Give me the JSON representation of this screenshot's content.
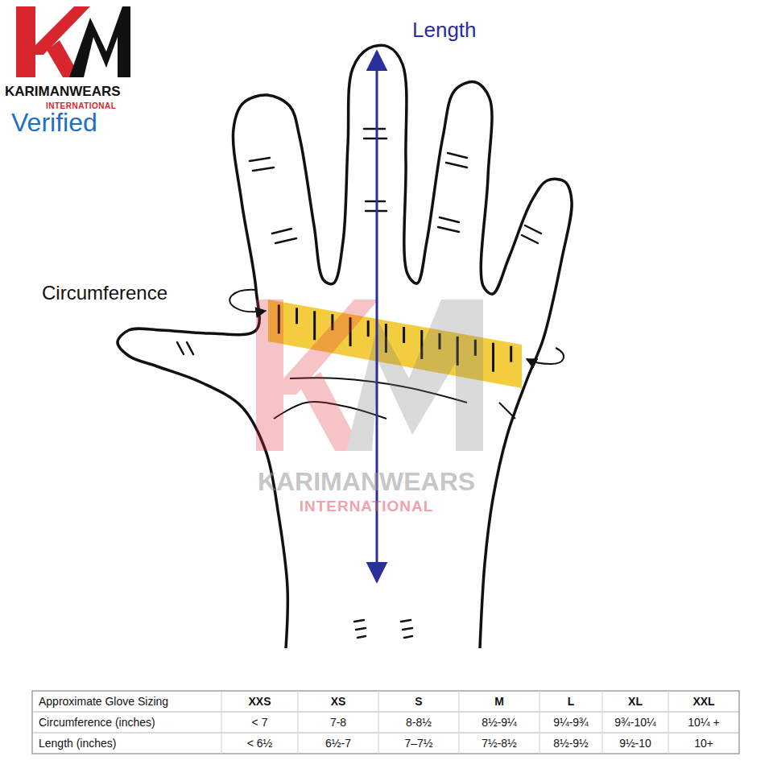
{
  "diagram": {
    "labels": [
      "KARIMANWEARS",
      "INTERNATIONAL",
      "Verified",
      "Length",
      "Circumference",
      "KARIMANWEARS",
      "INTERNATIONAL",
      "Approximate Glove Sizing",
      "XXS",
      "XS",
      "S",
      "M",
      "L",
      "XL",
      "XXL",
      "Circumference (inches)",
      "< 7",
      "7-8",
      "8-8½",
      "8½-9¼",
      "9¼-9¾",
      "9¾-10¼",
      "10¼ +",
      "Length (inches)",
      "< 6½",
      "6½-7",
      "7–7½",
      "7½-8½",
      "8½-9½",
      "9½-10",
      "10+"
    ]
  }
}
